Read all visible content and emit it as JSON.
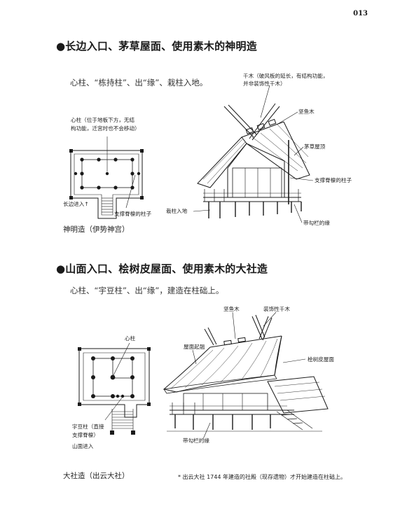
{
  "page_number": "013",
  "section1": {
    "heading": "●长边入口、茅草屋面、使用素木的神明造",
    "subtitle": "心柱、“栋持柱”、出“缘”、栽柱入地。",
    "plan_labels": {
      "center_pillar_line1": "心柱（位于地板下方，无结",
      "center_pillar_line2": "构功能，迁宫时也不会移动）",
      "entrance": "长边进入↑",
      "ridge_post": "支撑脊檩的柱子",
      "caption": "神明造（伊势神宫）"
    },
    "elevation_labels": {
      "chigi_line1": "千木（破风板的延长，有结构功能，",
      "chigi_line2": "并非装饰性千木）",
      "katsuogi": "坚鱼木",
      "thatch": "茅草屋顶",
      "ridge_post": "支撑脊檩的柱子",
      "buried_post": "栽柱入地",
      "veranda": "带勾栏的缘"
    }
  },
  "section2": {
    "heading": "●山面入口、桧树皮屋面、使用素木的大社造",
    "subtitle": "心柱、“宇豆柱”、出“缘”，建造在柱础上。",
    "plan_labels": {
      "center_pillar": "心柱",
      "uzu_line1": "宇豆柱（直接",
      "uzu_line2": "支撑脊檩）",
      "entrance": "山面进入",
      "caption": "大社造（出云大社）"
    },
    "elevation_labels": {
      "katsuogi": "坚鱼木",
      "chigi": "装饰性千木",
      "curve": "屋面起翘",
      "bark": "桧树皮屋面",
      "veranda": "带勾栏的缘"
    },
    "footnote": "* 出云大社 1744 年建造的社殿（现存遗物）才开始建造在柱础上。"
  }
}
